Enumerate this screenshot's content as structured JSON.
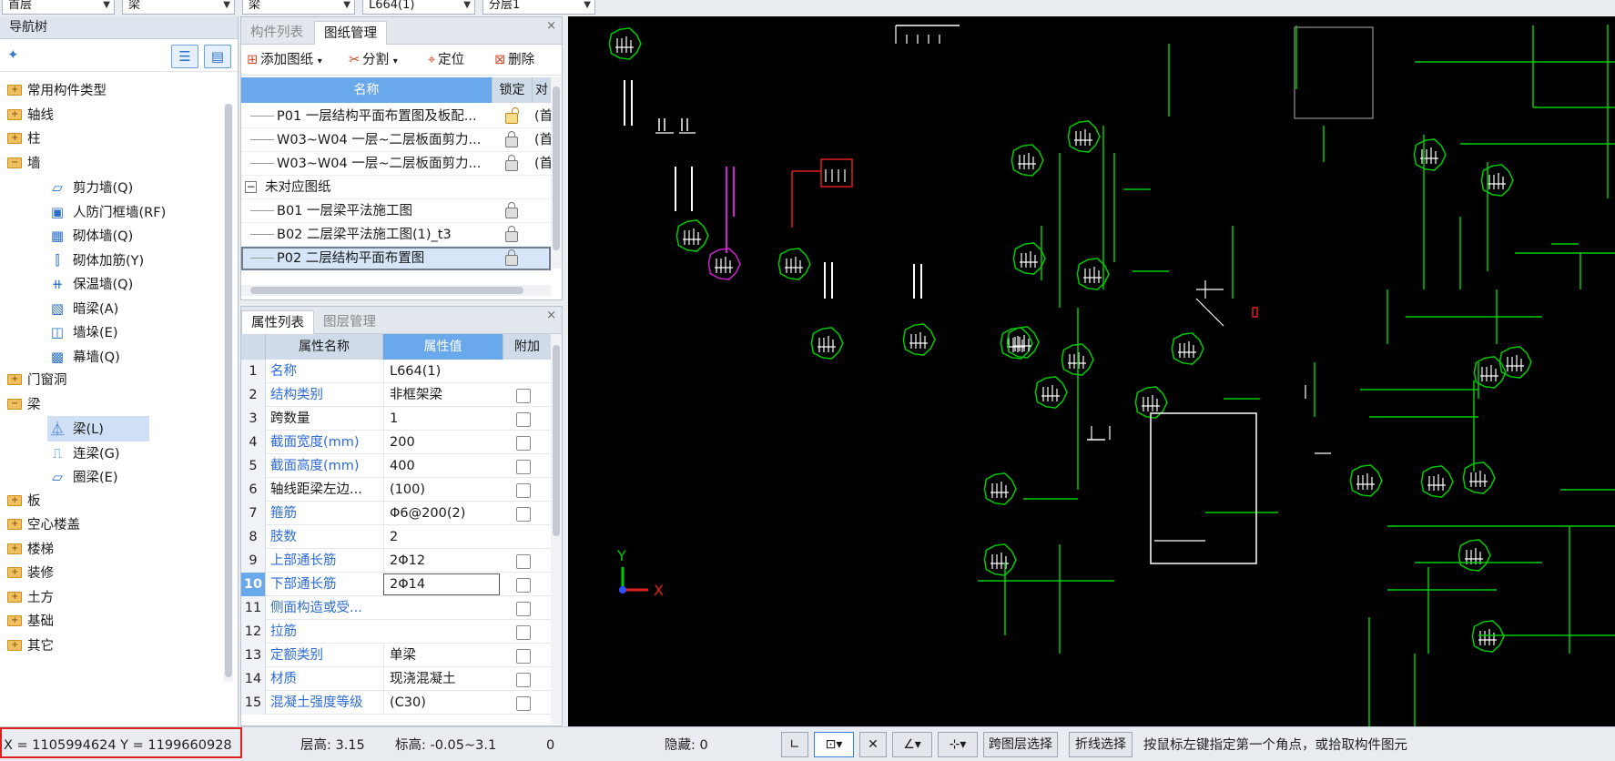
{
  "top_dropdowns": [
    "首层",
    "梁",
    "梁",
    "L664(1)",
    "分层1"
  ],
  "nav": {
    "title": "导航树",
    "items": [
      {
        "label": "常用构件类型",
        "level": 0,
        "open": false
      },
      {
        "label": "轴线",
        "level": 0,
        "open": false
      },
      {
        "label": "柱",
        "level": 0,
        "open": false
      },
      {
        "label": "墙",
        "level": 0,
        "open": true
      },
      {
        "label": "剪力墙(Q)",
        "level": 1,
        "icon": "shear-wall-icon"
      },
      {
        "label": "人防门框墙(RF)",
        "level": 1,
        "icon": "door-frame-wall-icon"
      },
      {
        "label": "砌体墙(Q)",
        "level": 1,
        "icon": "masonry-wall-icon"
      },
      {
        "label": "砌体加筋(Y)",
        "level": 1,
        "icon": "masonry-rebar-icon"
      },
      {
        "label": "保温墙(Q)",
        "level": 1,
        "icon": "insulation-wall-icon"
      },
      {
        "label": "暗梁(A)",
        "level": 1,
        "icon": "hidden-beam-icon"
      },
      {
        "label": "墙垛(E)",
        "level": 1,
        "icon": "wall-pier-icon"
      },
      {
        "label": "幕墙(Q)",
        "level": 1,
        "icon": "curtain-wall-icon"
      },
      {
        "label": "门窗洞",
        "level": 0,
        "open": false
      },
      {
        "label": "梁",
        "level": 0,
        "open": true
      },
      {
        "label": "梁(L)",
        "level": 1,
        "icon": "beam-icon",
        "selected": true
      },
      {
        "label": "连梁(G)",
        "level": 1,
        "icon": "coupling-beam-icon"
      },
      {
        "label": "圈梁(E)",
        "level": 1,
        "icon": "ring-beam-icon"
      },
      {
        "label": "板",
        "level": 0,
        "open": false
      },
      {
        "label": "空心楼盖",
        "level": 0,
        "open": false
      },
      {
        "label": "楼梯",
        "level": 0,
        "open": false
      },
      {
        "label": "装修",
        "level": 0,
        "open": false
      },
      {
        "label": "土方",
        "level": 0,
        "open": false
      },
      {
        "label": "基础",
        "level": 0,
        "open": false
      },
      {
        "label": "其它",
        "level": 0,
        "open": false
      }
    ]
  },
  "drawing_panel": {
    "tabs": [
      "构件列表",
      "图纸管理"
    ],
    "active_tab": 1,
    "toolbar": {
      "add": "添加图纸",
      "split": "分割",
      "locate": "定位",
      "delete": "删除"
    },
    "columns": [
      "名称",
      "锁定",
      "对"
    ],
    "rows": [
      {
        "name": "P01 一层结构平面布置图及板配...",
        "lock": "open",
        "extra": "(首"
      },
      {
        "name": "W03~W04 一层~二层板面剪力...",
        "lock": "closed",
        "extra": "(首"
      },
      {
        "name": "W03~W04 一层~二层板面剪力...",
        "lock": "closed",
        "extra": "(首"
      },
      {
        "name": "未对应图纸",
        "group": true
      },
      {
        "name": "B01 一层梁平法施工图",
        "lock": "closed",
        "extra": ""
      },
      {
        "name": "B02 二层梁平法施工图(1)_t3",
        "lock": "closed",
        "extra": ""
      },
      {
        "name": "P02 二层结构平面布置图",
        "lock": "closed",
        "extra": "",
        "selected": true
      }
    ]
  },
  "prop_panel": {
    "tabs": [
      "属性列表",
      "图层管理"
    ],
    "active_tab": 0,
    "columns": [
      "属性名称",
      "属性值",
      "附加"
    ],
    "rows": [
      {
        "no": "1",
        "name": "名称",
        "value": "L664(1)",
        "blue": true,
        "check": false
      },
      {
        "no": "2",
        "name": "结构类别",
        "value": "非框架梁",
        "blue": true,
        "check": true
      },
      {
        "no": "3",
        "name": "跨数量",
        "value": "1",
        "blue": false,
        "check": true
      },
      {
        "no": "4",
        "name": "截面宽度(mm)",
        "value": "200",
        "blue": true,
        "check": true
      },
      {
        "no": "5",
        "name": "截面高度(mm)",
        "value": "400",
        "blue": true,
        "check": true
      },
      {
        "no": "6",
        "name": "轴线距梁左边...",
        "value": "(100)",
        "blue": false,
        "check": true
      },
      {
        "no": "7",
        "name": "箍筋",
        "value": "Φ6@200(2)",
        "blue": true,
        "check": true
      },
      {
        "no": "8",
        "name": "肢数",
        "value": "2",
        "blue": true,
        "check": false
      },
      {
        "no": "9",
        "name": "上部通长筋",
        "value": "2Φ12",
        "blue": true,
        "check": true
      },
      {
        "no": "10",
        "name": "下部通长筋",
        "value": "2Φ14",
        "blue": true,
        "check": true,
        "active": true
      },
      {
        "no": "11",
        "name": "侧面构造或受...",
        "value": "",
        "blue": true,
        "check": true
      },
      {
        "no": "12",
        "name": "拉筋",
        "value": "",
        "blue": true,
        "check": true
      },
      {
        "no": "13",
        "name": "定额类别",
        "value": "单梁",
        "blue": true,
        "check": true
      },
      {
        "no": "14",
        "name": "材质",
        "value": "现浇混凝土",
        "blue": true,
        "check": true
      },
      {
        "no": "15",
        "name": "混凝土强度等级",
        "value": "(C30)",
        "blue": true,
        "check": true
      }
    ]
  },
  "canvas": {
    "axis_x": "X",
    "axis_y": "Y"
  },
  "status": {
    "coords": "X = 1105994624 Y = 1199660928",
    "floor_height": "层高:  3.15",
    "elevation": "标高:  -0.05~3.1",
    "zero": "0",
    "hidden": "隐藏:  0",
    "cross_layer": "跨图层选择",
    "polyline": "折线选择",
    "hint": "按鼠标左键指定第一个角点，或拾取构件图元"
  },
  "colors": {
    "accent": "#6aa8ec",
    "link_blue": "#2d6bd6",
    "cad_green": "#00cc00",
    "cad_red": "#e02020",
    "cad_magenta": "#d020d0",
    "highlight_box": "#e02020"
  }
}
